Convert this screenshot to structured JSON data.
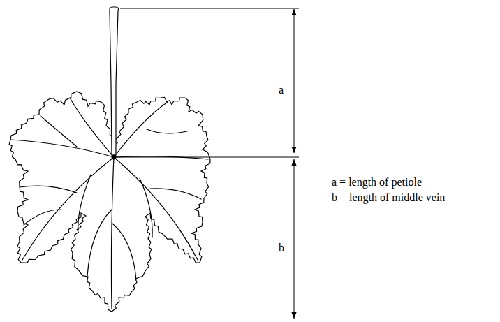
{
  "diagram": {
    "labels": [
      "a",
      "b",
      "a = length of petiole",
      "b = length of middle vein"
    ]
  }
}
